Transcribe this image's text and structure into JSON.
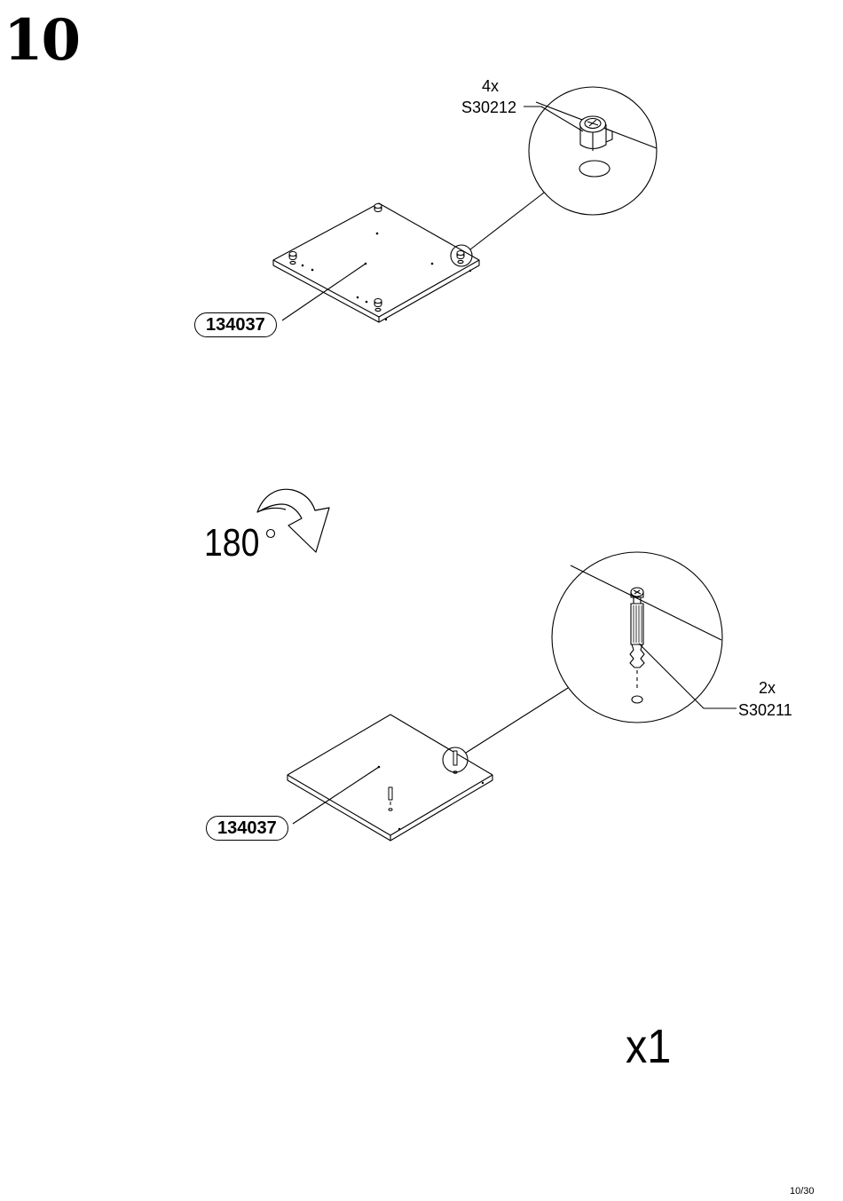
{
  "step": {
    "number": "10"
  },
  "top_panel": {
    "part_id": "134037",
    "hardware": {
      "quantity": "4x",
      "code": "S30212"
    }
  },
  "rotation": {
    "angle": "180",
    "degree_mark": "°"
  },
  "bottom_panel": {
    "part_id": "134037",
    "hardware": {
      "quantity": "2x",
      "code": "S30211"
    }
  },
  "panel_quantity": "x1",
  "page": {
    "label": "10/30"
  }
}
